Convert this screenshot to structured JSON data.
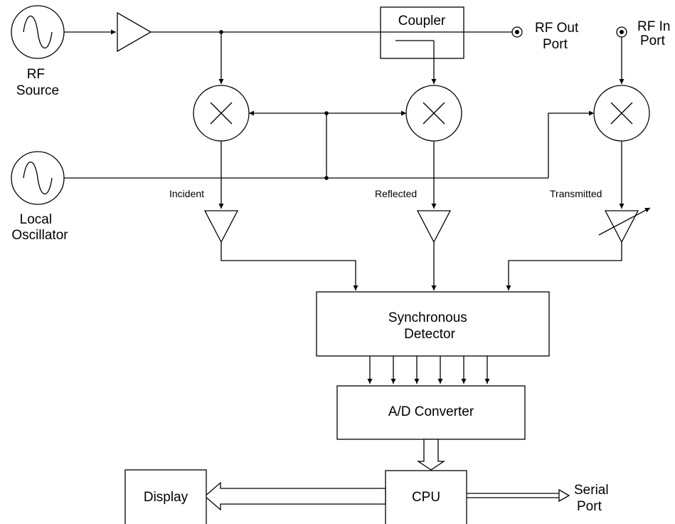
{
  "labels": {
    "rf_source": [
      "RF",
      "Source"
    ],
    "local_oscillator": [
      "Local",
      "Oscillator"
    ],
    "coupler": "Coupler",
    "rf_out_port": [
      "RF Out",
      "Port"
    ],
    "rf_in_port": [
      "RF In",
      "Port"
    ],
    "incident": "Incident",
    "reflected": "Reflected",
    "transmitted": "Transmitted",
    "synchronous_detector": [
      "Synchronous",
      "Detector"
    ],
    "ad_converter": "A/D Converter",
    "cpu": "CPU",
    "display": "Display",
    "serial_port": [
      "Serial",
      "Port"
    ]
  },
  "colors": {
    "line": "#000000",
    "background": "#ffffff"
  }
}
